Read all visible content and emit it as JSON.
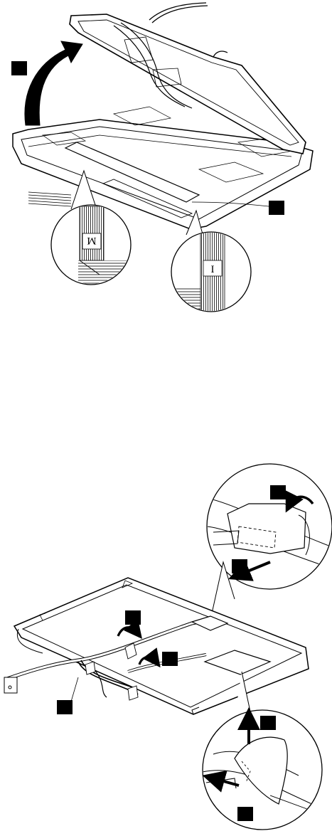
{
  "figures": [
    {
      "id": "fig1",
      "markers": [
        {
          "name": "step-marker-1"
        },
        {
          "name": "step-marker-2"
        }
      ],
      "callouts": [
        {
          "name": "callout-m",
          "text": "M"
        },
        {
          "name": "callout-i",
          "text": "I"
        }
      ]
    },
    {
      "id": "fig2",
      "markers": [
        {
          "name": "step-marker-a"
        },
        {
          "name": "step-marker-b"
        },
        {
          "name": "step-marker-c"
        },
        {
          "name": "step-marker-d"
        },
        {
          "name": "step-marker-e"
        },
        {
          "name": "step-marker-f"
        },
        {
          "name": "step-marker-g"
        },
        {
          "name": "step-marker-h"
        }
      ]
    }
  ],
  "colors": {
    "ink": "#000000",
    "background": "#ffffff"
  }
}
